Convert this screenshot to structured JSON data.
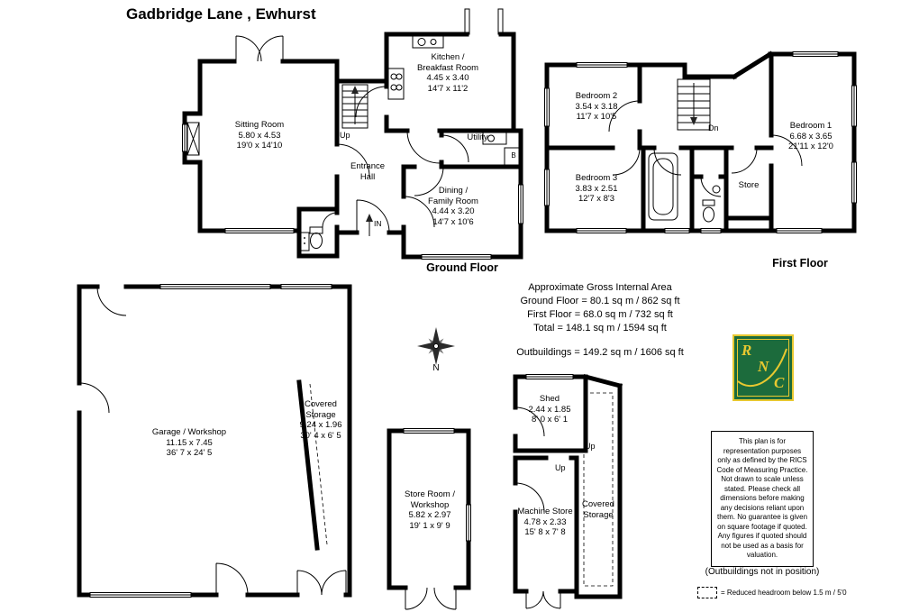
{
  "title": "Gadbridge Lane , Ewhurst",
  "floors": {
    "ground_label": "Ground Floor",
    "first_label": "First Floor"
  },
  "rooms": {
    "sitting": {
      "lines": [
        "Sitting Room",
        "5.80 x 4.53",
        "19'0 x 14'10"
      ]
    },
    "entrance": {
      "lines": [
        "Entrance",
        "Hall"
      ]
    },
    "kitchen": {
      "lines": [
        "Kitchen /",
        "Breakfast Room",
        "4.45 x 3.40",
        "14'7 x 11'2"
      ]
    },
    "utility": {
      "lines": [
        "Utility"
      ]
    },
    "dining": {
      "lines": [
        "Dining /",
        "Family Room",
        "4.44 x 3.20",
        "14'7 x 10'6"
      ]
    },
    "bedroom2": {
      "lines": [
        "Bedroom 2",
        "3.54 x 3.18",
        "11'7 x 10'5"
      ]
    },
    "bedroom3": {
      "lines": [
        "Bedroom 3",
        "3.83 x 2.51",
        "12'7 x 8'3"
      ]
    },
    "bedroom1": {
      "lines": [
        "Bedroom 1",
        "6.68 x 3.65",
        "21'11 x 12'0"
      ]
    },
    "store_first": {
      "lines": [
        "Store"
      ]
    },
    "garage": {
      "lines": [
        "Garage / Workshop",
        "11.15 x 7.45",
        "36' 7 x 24' 5"
      ]
    },
    "covered_storage_1": {
      "lines": [
        "Covered",
        "Storage",
        "9.24 x 1.96",
        "30' 4 x 6' 5"
      ]
    },
    "store_room": {
      "lines": [
        "Store Room /",
        "Workshop",
        "5.82 x 2.97",
        "19' 1 x 9' 9"
      ]
    },
    "shed": {
      "lines": [
        "Shed",
        "2.44 x 1.85",
        "8' 0 x 6' 1"
      ]
    },
    "machine_store": {
      "lines": [
        "Machine Store",
        "4.78 x 2.33",
        "15' 8 x 7' 8"
      ]
    },
    "covered_storage_2": {
      "lines": [
        "Covered",
        "Storage"
      ]
    }
  },
  "annotations": {
    "up": "Up",
    "dn": "Dn",
    "in": "IN",
    "b": "B",
    "north": "N"
  },
  "areas": {
    "heading": "Approximate Gross Internal Area",
    "ground": "Ground Floor = 80.1 sq m / 862 sq ft",
    "first": "First Floor = 68.0 sq m / 732 sq ft",
    "total": "Total = 148.1 sq m / 1594 sq ft",
    "outbuildings": "Outbuildings = 149.2 sq m / 1606 sq ft"
  },
  "logo": {
    "l1": "R",
    "l2": "N",
    "l3": "C",
    "bg": "#1c6b3c",
    "fg": "#e8c830"
  },
  "disclaimer": "This plan is for representation purposes only as defined by the RICS Code of Measuring Practice. Not drawn to scale unless stated. Please check all dimensions before making any decisions reliant upon them. No guarantee is given on square footage if quoted. Any figures if quoted should not be used as a basis for valuation.",
  "notes": {
    "outbuildings_position": "(Outbuildings not in position)",
    "legend": "= Reduced headroom below 1.5 m / 5'0"
  }
}
